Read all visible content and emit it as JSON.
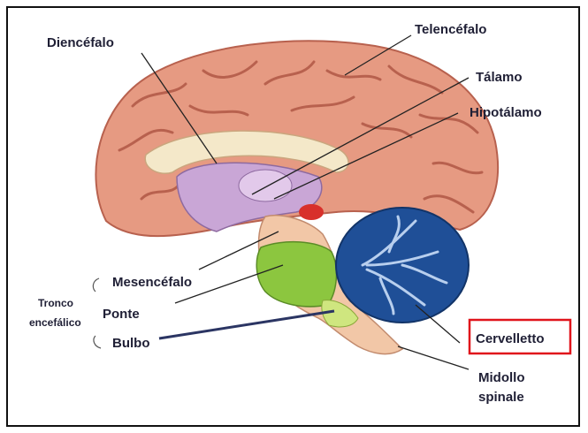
{
  "labels": {
    "diencefalo": "Diencéfalo",
    "telencefalo": "Telencéfalo",
    "talamo": "Tálamo",
    "hipotalamo": "Hipotálamo",
    "mesencefalo": "Mesencéfalo",
    "ponte": "Ponte",
    "bulbo": "Bulbo",
    "tronco_line1": "Tronco",
    "tronco_line2": "encefálico",
    "cervelletto": "Cervelletto",
    "midollo_line1": "Midollo",
    "midollo_line2": "spinale"
  },
  "colors": {
    "cortex": "#e69a82",
    "cortex_dark": "#b8614e",
    "diencephalon": "#c9a6d6",
    "corpus_callosum": "#f4e8c9",
    "brainstem_green": "#8cc63f",
    "cerebellum": "#1f4f97",
    "highlight_box": "#e0141b"
  }
}
